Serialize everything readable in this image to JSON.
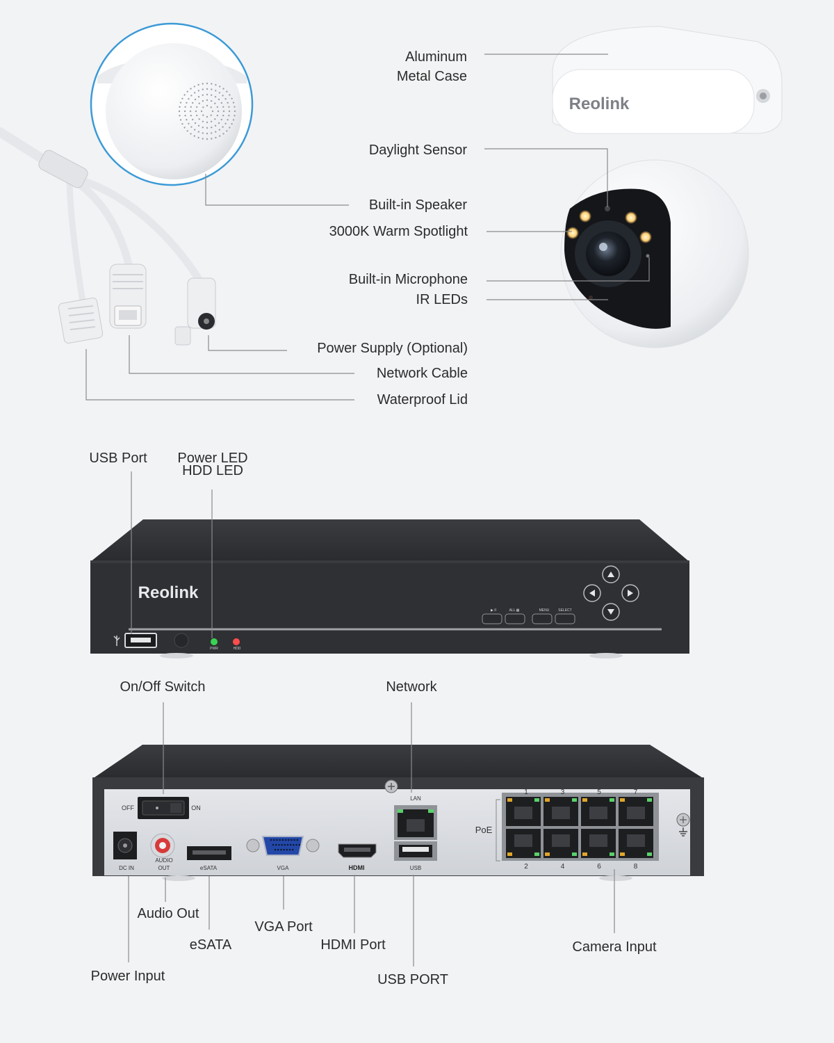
{
  "camera": {
    "brand": "Reolink",
    "labels": {
      "aluminum_case": "Aluminum\nMetal Case",
      "daylight_sensor": "Daylight Sensor",
      "speaker": "Built-in Speaker",
      "spotlight": "3000K Warm Spotlight",
      "microphone": "Built-in Microphone",
      "ir_leds": "IR LEDs",
      "power_supply": "Power Supply (Optional)",
      "network_cable": "Network Cable",
      "waterproof_lid": "Waterproof Lid"
    }
  },
  "nvr_front": {
    "brand": "Reolink",
    "labels": {
      "usb_port": "USB Port",
      "power_led": "Power LED",
      "hdd_led": "HDD LED"
    },
    "panel": {
      "pwr": "PWR",
      "hdd": "HDD",
      "btn_play": "▶ II",
      "btn_all": "ALL ▦",
      "btn_menu": "MENU",
      "btn_select": "SELECT"
    }
  },
  "nvr_back": {
    "labels": {
      "onoff": "On/Off Switch",
      "network": "Network",
      "audio_out": "Audio Out",
      "esata": "eSATA",
      "vga": "VGA Port",
      "hdmi": "HDMI Port",
      "power_input": "Power Input",
      "usb_port": "USB PORT",
      "camera_input": "Camera Input"
    },
    "panel": {
      "off": "OFF",
      "on": "ON",
      "dc_in": "DC IN",
      "audio_out_1": "AUDIO",
      "audio_out_2": "OUT",
      "esata": "eSATA",
      "vga": "VGA",
      "hdmi": "HDMI",
      "lan": "LAN",
      "usb": "USB",
      "poe": "PoE",
      "ports_top": [
        "1",
        "3",
        "5",
        "7"
      ],
      "ports_bottom": [
        "2",
        "4",
        "6",
        "8"
      ]
    }
  },
  "colors": {
    "background": "#f2f3f5",
    "nvr_body": "#2f3033",
    "leader_line": "#8a8a8a",
    "pwr_led": "#39d353",
    "hdd_led": "#ff4d4d",
    "spotlight": "#ffd27a"
  }
}
